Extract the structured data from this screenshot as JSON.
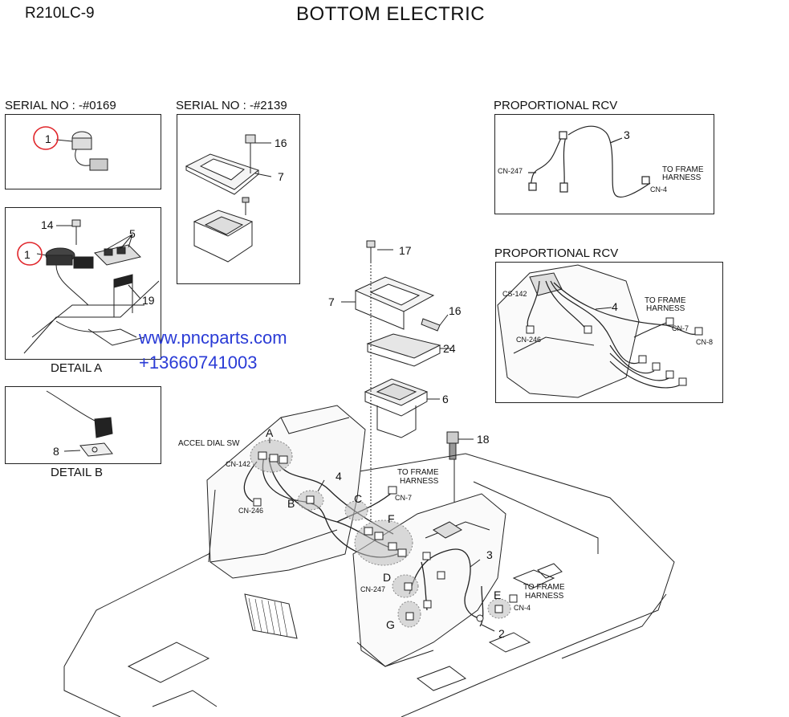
{
  "header": {
    "model": "R210LC-9",
    "title": "BOTTOM ELECTRIC"
  },
  "sections": {
    "serial_0169": "SERIAL NO : -#0169",
    "serial_2139": "SERIAL NO : -#2139",
    "rcv_top": "PROPORTIONAL RCV",
    "rcv_bottom": "PROPORTIONAL RCV"
  },
  "details": {
    "a": "DETAIL A",
    "b": "DETAIL B"
  },
  "watermark": {
    "url": "www.pncparts.com",
    "phone": "+13660741003"
  },
  "part_numbers": {
    "p1": "1",
    "p2": "2",
    "p3": "3",
    "p4": "4",
    "p5": "5",
    "p6": "6",
    "p7": "7",
    "p8": "8",
    "p14": "14",
    "p16": "16",
    "p17": "17",
    "p18": "18",
    "p19": "19",
    "p24": "24"
  },
  "callouts": {
    "A": "A",
    "B": "B",
    "C": "C",
    "D": "D",
    "E": "E",
    "F": "F",
    "G": "G"
  },
  "connectors": {
    "cn142": "CN-142",
    "cn246": "CN-246",
    "cn247": "CN-247",
    "cn7": "CN-7",
    "cn8": "CN-8",
    "cn4": "CN-4",
    "cs142": "CS-142"
  },
  "labels": {
    "accel": "ACCEL DIAL SW",
    "to_frame": "TO FRAME",
    "harness": "HARNESS"
  },
  "colors": {
    "line": "#222222",
    "highlight": "#e0262b",
    "watermark": "#2a3bd6"
  }
}
